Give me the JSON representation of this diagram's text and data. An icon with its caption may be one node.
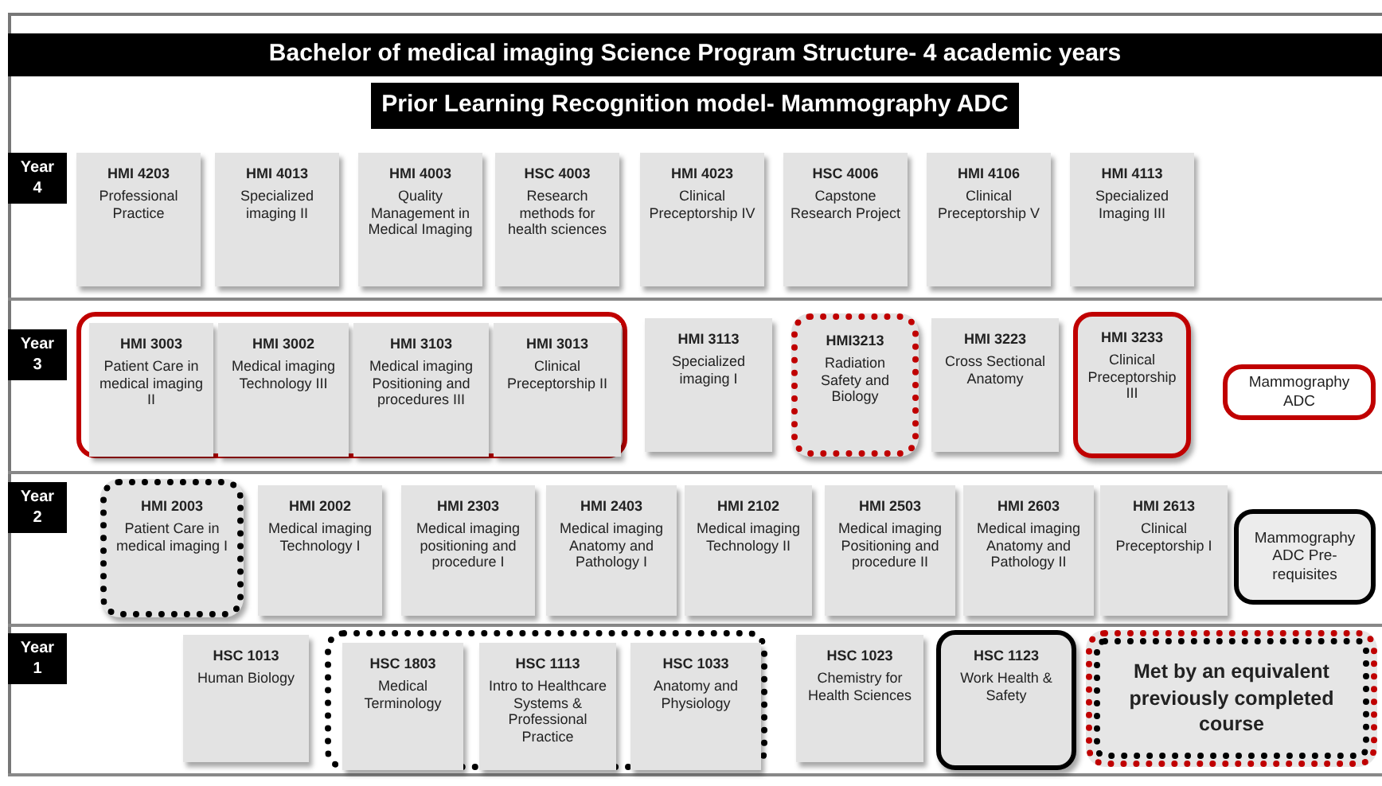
{
  "diagram": {
    "title": "Bachelor of medical imaging Science Program Structure- 4 academic years",
    "nodes": [
      {
        "text": [
          "Prior Learning Recognition model- Mammography ADC"
        ]
      },
      {
        "text": [
          "Year 4"
        ]
      },
      {
        "text": [
          "HMI 4203",
          "Professional Practice"
        ]
      },
      {
        "text": [
          "HMI 4013",
          "Specialized imaging II"
        ]
      },
      {
        "text": [
          "HMI 4003",
          "Quality Management in Medical Imaging"
        ]
      },
      {
        "text": [
          "HSC 4003",
          "Research methods for health sciences"
        ]
      },
      {
        "text": [
          "HMI 4023",
          "Clinical Preceptorship IV"
        ]
      },
      {
        "text": [
          "HSC 4006",
          "Capstone Research Project"
        ]
      },
      {
        "text": [
          "HMI 4106",
          "Clinical Preceptorship V"
        ]
      },
      {
        "text": [
          "HMI 4113",
          "Specialized Imaging III"
        ]
      },
      {
        "text": [
          "Year 3"
        ]
      },
      {
        "text": [],
        "shape": "box"
      },
      {
        "text": [
          "HMI 3003",
          "Patient Care in medical imaging II"
        ],
        "in": 11
      },
      {
        "text": [
          "HMI 3002",
          "Medical imaging Technology III"
        ],
        "in": 11
      },
      {
        "text": [
          "HMI 3103",
          "Medical imaging Positioning and procedures III"
        ],
        "in": 11
      },
      {
        "text": [
          "HMI 3013",
          "Clinical Preceptorship II"
        ],
        "in": 11
      },
      {
        "text": [
          "HMI 3113",
          "Specialized imaging I"
        ]
      },
      {
        "text": [
          "HMI3213",
          "Radiation Safety and Biology"
        ]
      },
      {
        "text": [
          "HMI 3223",
          "Cross Sectional Anatomy"
        ]
      },
      {
        "text": [
          "HMI 3233",
          "Clinical Preceptorship III"
        ]
      },
      {
        "text": [
          "Mammography ADC"
        ]
      },
      {
        "text": [
          "Year 2"
        ]
      },
      {
        "text": [
          "HMI 2003",
          "Patient Care in medical imaging I"
        ]
      },
      {
        "text": [
          "HMI 2002",
          "Medical imaging Technology I"
        ]
      },
      {
        "text": [
          "HMI 2303",
          "Medical imaging positioning and procedure I"
        ]
      },
      {
        "text": [
          "HMI 2403",
          "Medical imaging Anatomy and Pathology I"
        ]
      },
      {
        "text": [
          "HMI 2102",
          "Medical imaging Technology II"
        ]
      },
      {
        "text": [
          "HMI 2503",
          "Medical imaging Positioning and procedure II"
        ]
      },
      {
        "text": [
          "HMI 2603",
          "Medical imaging Anatomy and Pathology II"
        ]
      },
      {
        "text": [
          "HMI 2613",
          "Clinical Preceptorship I"
        ]
      },
      {
        "text": [
          "Mammography ADC Pre-requisites"
        ]
      },
      {
        "text": [
          "Year 1"
        ]
      },
      {
        "text": [
          "HSC 1013",
          "Human Biology"
        ]
      },
      {
        "text": [],
        "shape": "box"
      },
      {
        "text": [
          "HSC 1803",
          "Medical Terminology"
        ],
        "in": 33
      },
      {
        "text": [
          "HSC 1113",
          "Intro to Healthcare Systems & Professional Practice"
        ],
        "in": 33
      },
      {
        "text": [
          "HSC 1033",
          "Anatomy and Physiology"
        ],
        "in": 33
      },
      {
        "text": [
          "HSC 1023",
          "Chemistry for Health Sciences"
        ]
      },
      {
        "text": [
          "HSC 1123",
          "Work Health & Safety"
        ]
      },
      {
        "text": [
          "Met by an equivalent previously completed course"
        ]
      }
    ]
  }
}
